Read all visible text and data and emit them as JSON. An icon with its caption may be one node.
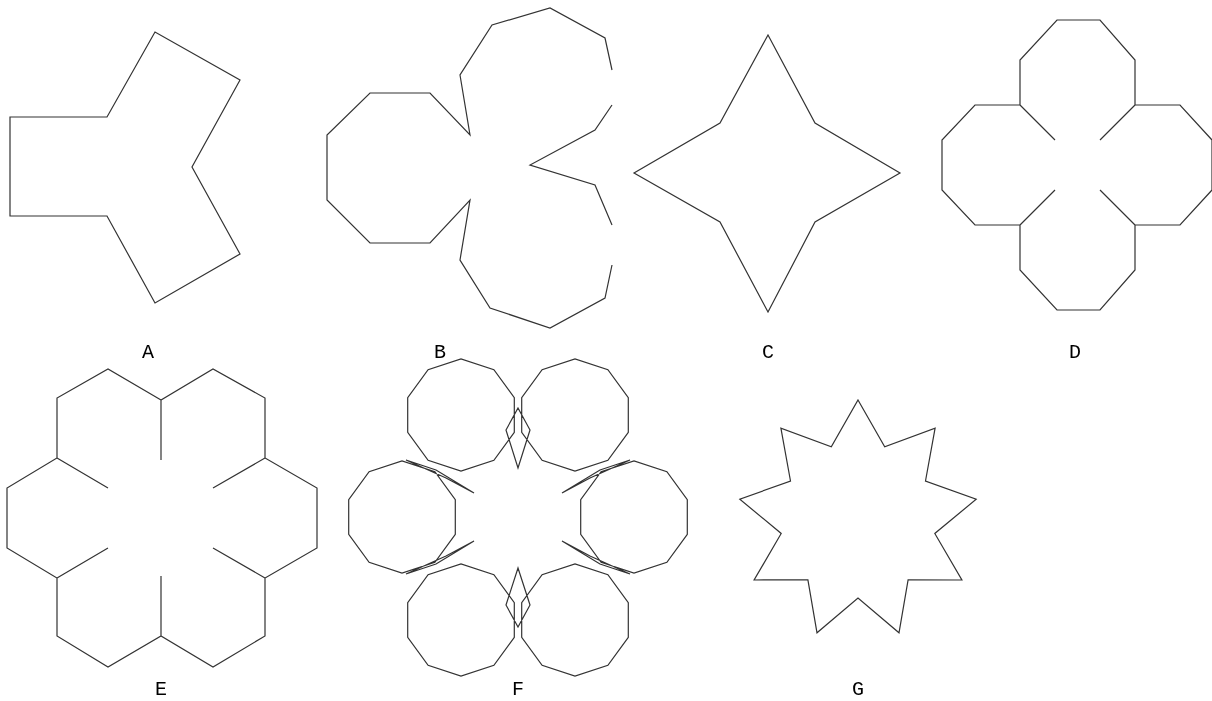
{
  "diagram": {
    "labels": [
      "A",
      "B",
      "C",
      "D",
      "E",
      "F",
      "G"
    ]
  }
}
